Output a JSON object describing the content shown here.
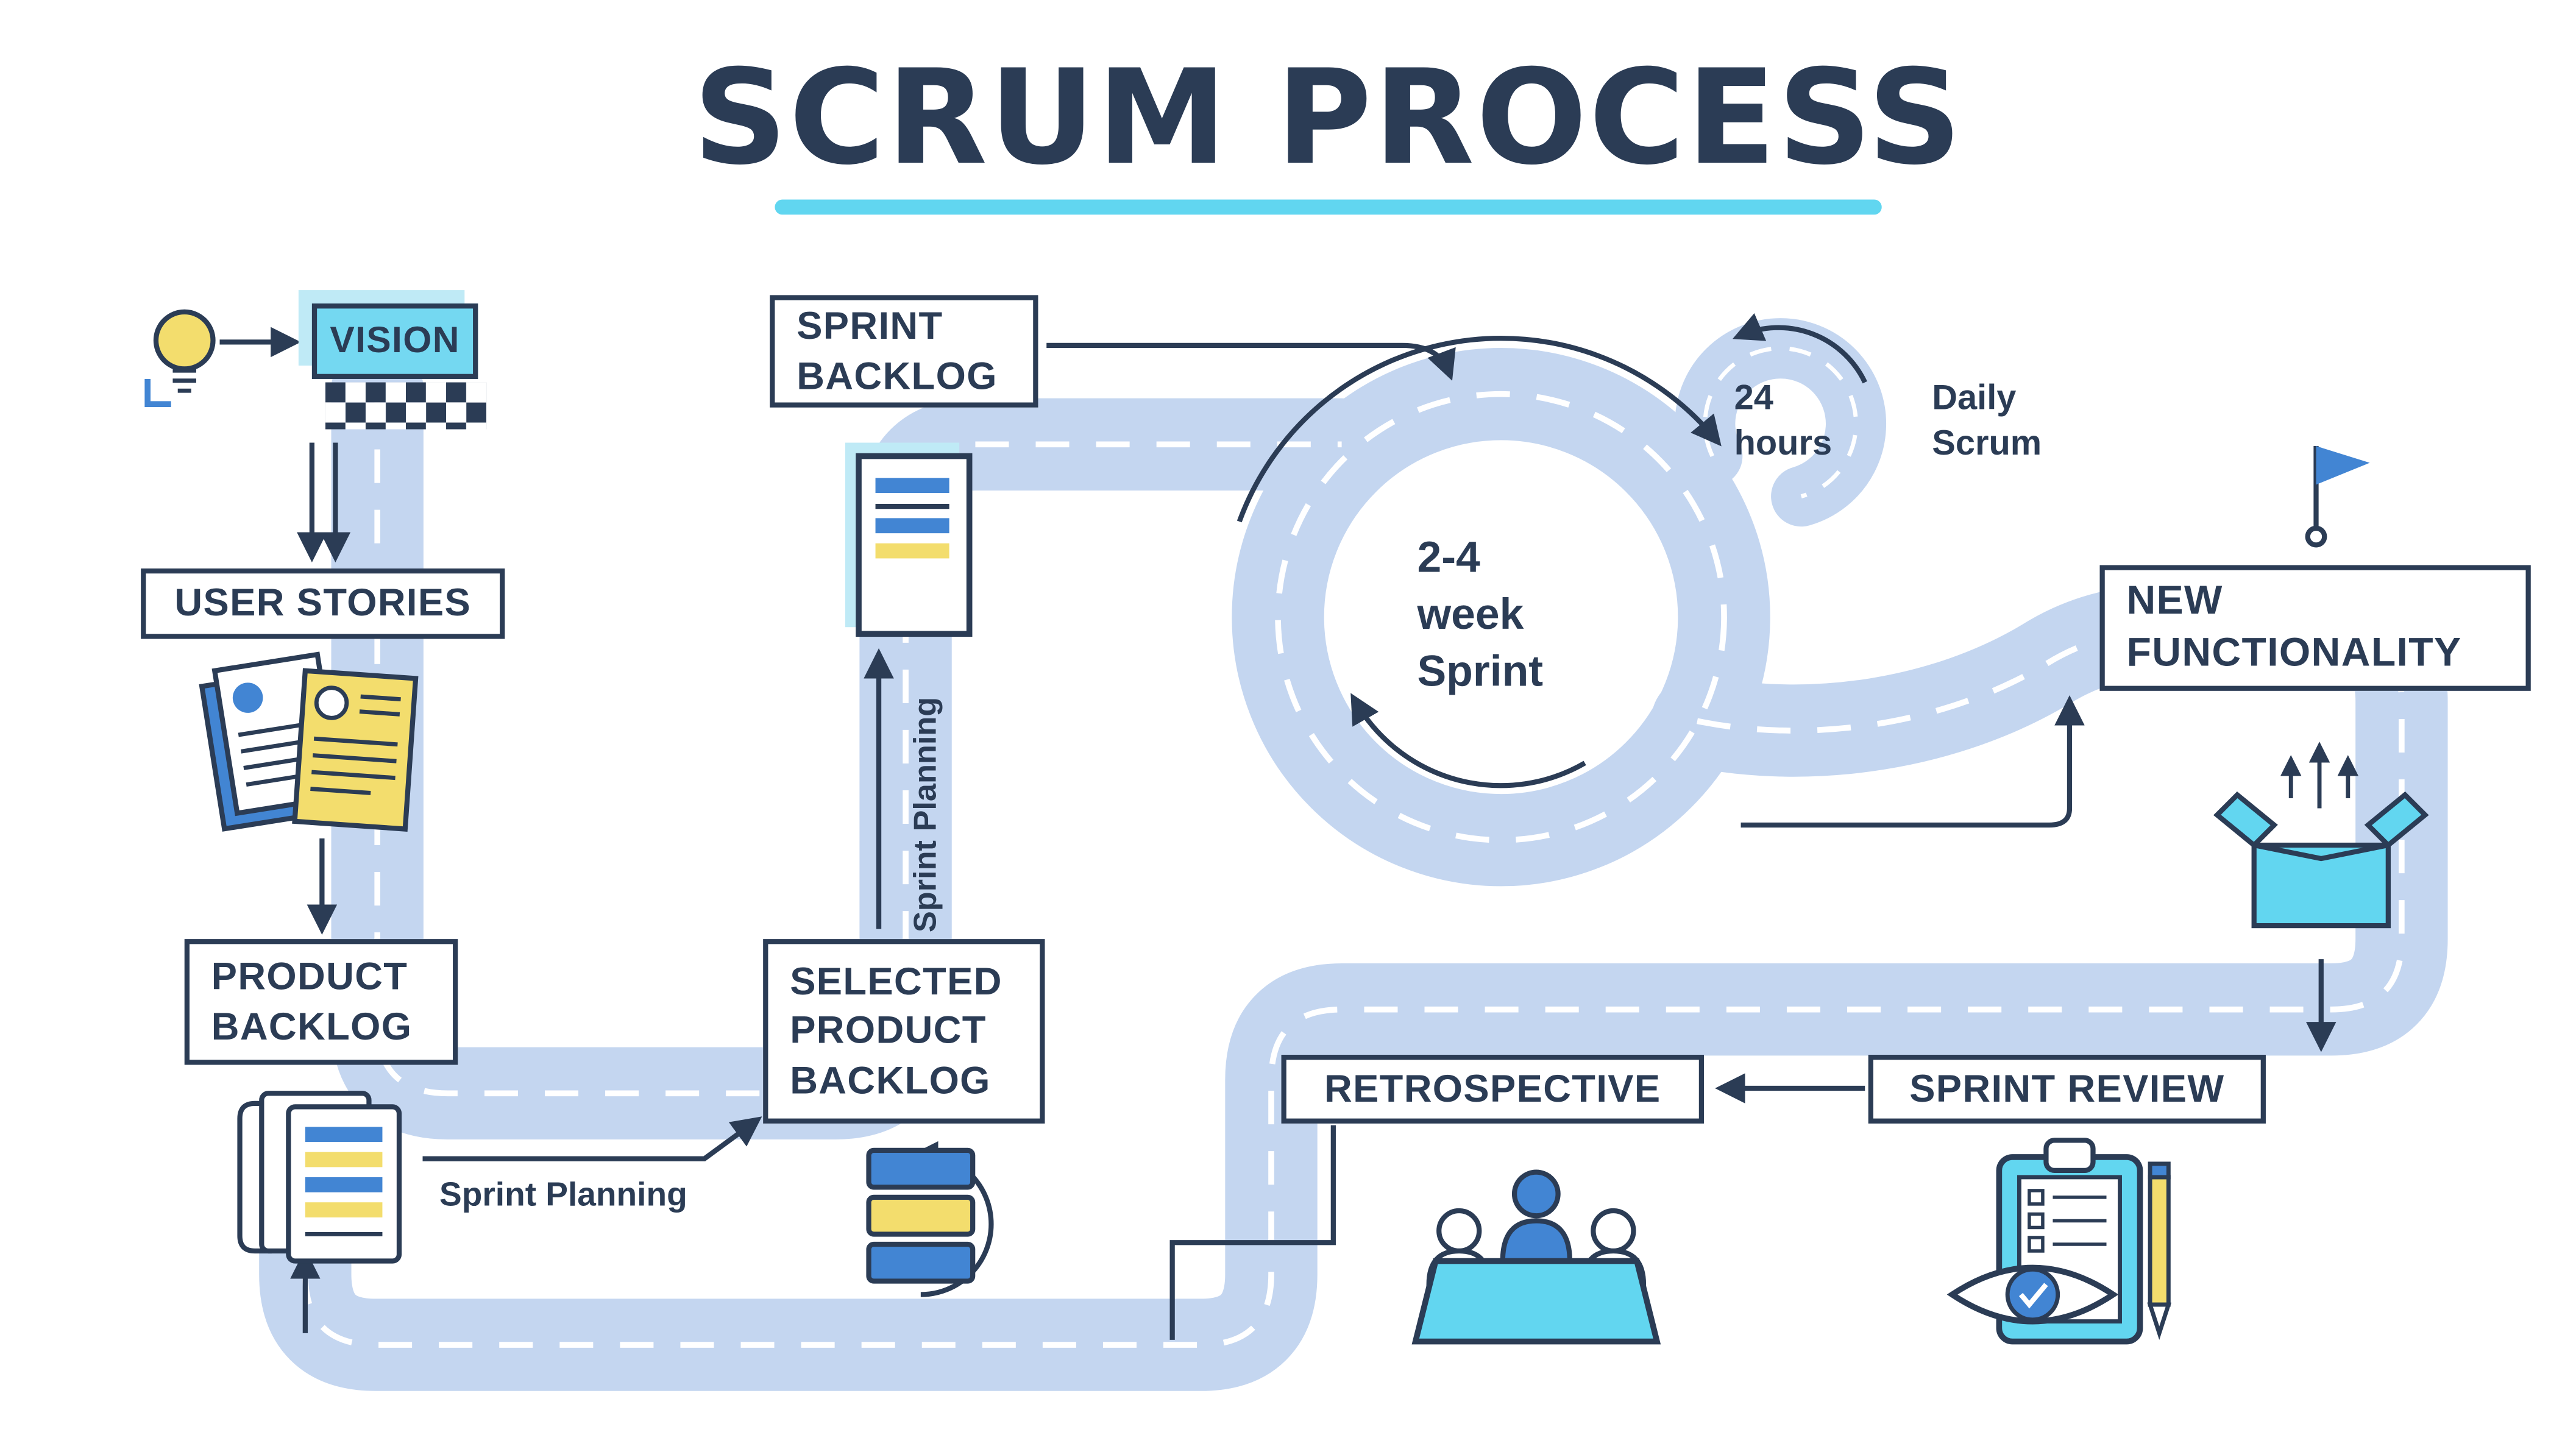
{
  "title": "SCRUM PROCESS",
  "boxes": {
    "vision": "VISION",
    "user_stories": "USER STORIES",
    "product_backlog": "PRODUCT BACKLOG",
    "selected_product_backlog": "SELECTED PRODUCT BACKLOG",
    "sprint_backlog": "SPRINT BACKLOG",
    "new_functionality": "NEW FUNCTIONALITY",
    "sprint_review": "SPRINT REVIEW",
    "retrospective": "RETROSPECTIVE"
  },
  "labels": {
    "sprint_planning_horizontal": "Sprint Planning",
    "sprint_planning_vertical": "Sprint Planning",
    "sprint_duration": "2-4 week Sprint",
    "daily_cycle_hours": "24 hours",
    "daily_scrum": "Daily Scrum"
  },
  "icons": [
    "lightbulb-icon",
    "checkered-flag-icon",
    "user-story-cards-icon",
    "backlog-documents-icon",
    "selected-backlog-stack-icon",
    "sprint-backlog-document-icon",
    "flag-icon",
    "package-icon",
    "review-clipboard-icon",
    "eye-icon",
    "pencil-icon",
    "retrospective-meeting-icon"
  ],
  "colors": {
    "navy": "#2b3c55",
    "road_blue": "#c4d6f0",
    "accent_cyan": "#61d6f0",
    "light_cyan": "#bfeaf6",
    "primary_blue": "#4285d3",
    "accent_yellow": "#f3dd6d",
    "background": "#ffffff"
  }
}
